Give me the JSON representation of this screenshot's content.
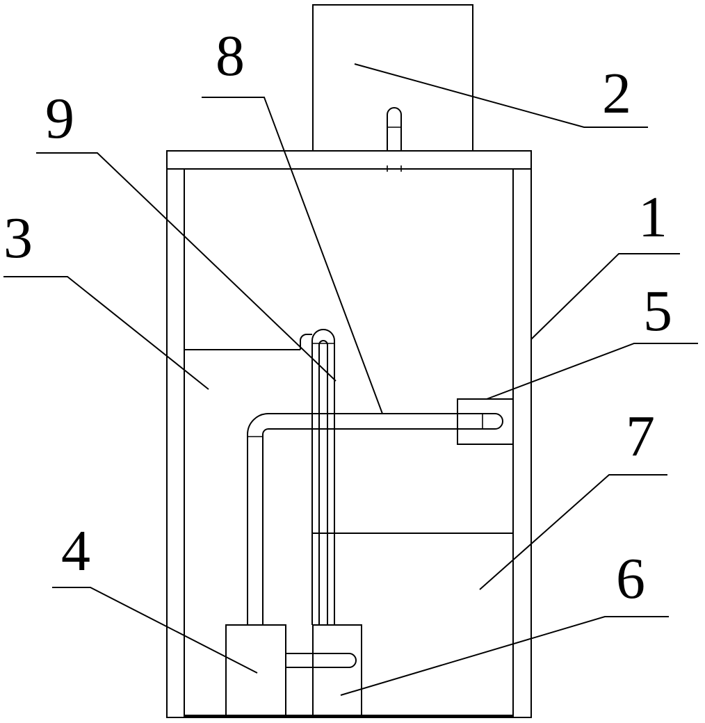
{
  "diagram": {
    "line_color": "#000000",
    "background": "#ffffff",
    "callouts": [
      {
        "id": "1",
        "label": "1"
      },
      {
        "id": "2",
        "label": "2"
      },
      {
        "id": "3",
        "label": "3"
      },
      {
        "id": "4",
        "label": "4"
      },
      {
        "id": "5",
        "label": "5"
      },
      {
        "id": "6",
        "label": "6"
      },
      {
        "id": "7",
        "label": "7"
      },
      {
        "id": "8",
        "label": "8"
      },
      {
        "id": "9",
        "label": "9"
      }
    ]
  }
}
